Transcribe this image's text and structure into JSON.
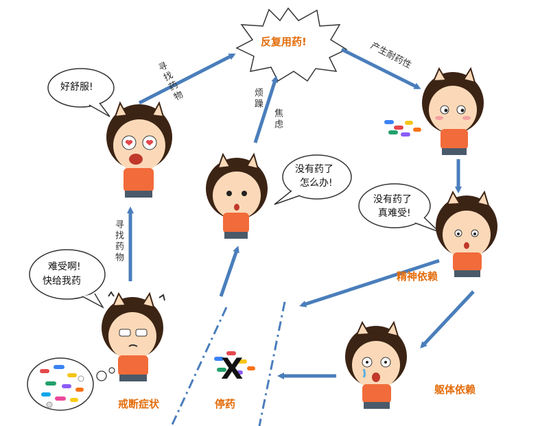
{
  "center": {
    "label": "反复用药!"
  },
  "arrows": {
    "seek_top": "寻找药物",
    "seek_left": "寻找药物",
    "irritable_a": "烦躁",
    "irritable_b": "焦虑",
    "tolerance": "产生耐药性"
  },
  "bubbles": {
    "comfortable": "好舒服!",
    "no_drug_line1": "没有药了",
    "no_drug_line2": "怎么办!",
    "hard_line1": "没有药了",
    "hard_line2": "真难受!",
    "give_line1": "难受啊!",
    "give_line2": "快给我药"
  },
  "labels": {
    "mental": "精神依赖",
    "physical": "躯体依赖",
    "withdrawal": "戒断症状",
    "stop": "停药",
    "cross": "X"
  },
  "colors": {
    "arrow": "#4a7ebb",
    "label": "#e36c0a",
    "skin": "#fbd9b8",
    "hair": "#3c2415",
    "shirt": "#f26b3a",
    "shorts": "#4a5a6a"
  }
}
